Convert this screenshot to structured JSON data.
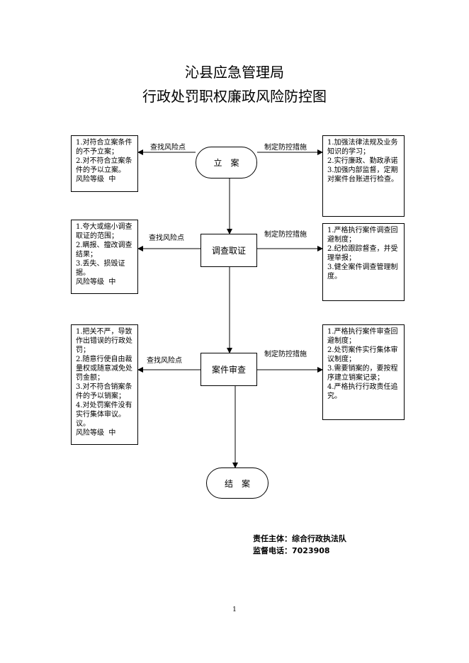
{
  "title": {
    "line1": "沁县应急管理局",
    "line2": "行政处罚职权廉政风险防控图"
  },
  "nodes": {
    "filing": "立　案",
    "investigation": "调查取证",
    "review": "案件审查",
    "closing": "结　案"
  },
  "labels": {
    "find_risk": "查找风险点",
    "measures": "制定防控措施"
  },
  "risk_boxes": [
    [
      "1.对符合立案条件的不予立案；",
      "2.对不符合立案条件的予以立案。",
      "风险等级  中"
    ],
    [
      "1.夸大或缩小调查取证的范围；",
      "2.瞒报、擅改调查结果；",
      "3.丢失、损毁证据。",
      "风险等级  中"
    ],
    [
      "1.把关不严，导致作出错误的行政处罚；",
      "2.随意行使自由裁量权或随意减免处罚金额；",
      "3.对不符合销案条件的予以销案；",
      "4.对处罚案件没有实行集体审议。议。",
      "风险等级  中"
    ]
  ],
  "measure_boxes": [
    [
      "1.加强法律法规及业务知识的学习；",
      "2.实行廉政、勤政承诺",
      "3.加强内部监督，定期对案件台账进行检查。"
    ],
    [
      "1.严格执行案件调查回避制度；",
      "2.纪检跟踪督查，并受理举报；",
      "3.健全案件调查管理制度。"
    ],
    [
      "1.严格执行案件审查回避制度；",
      "2.处罚案件实行集体审议制度；",
      "3.需要销案的，要按程序建立销案记录；",
      "4.严格执行行政责任追究。"
    ]
  ],
  "footer": {
    "responsible": "责任主体：综合行政执法队",
    "phone": "监督电话：7023908"
  },
  "page_number": "1"
}
